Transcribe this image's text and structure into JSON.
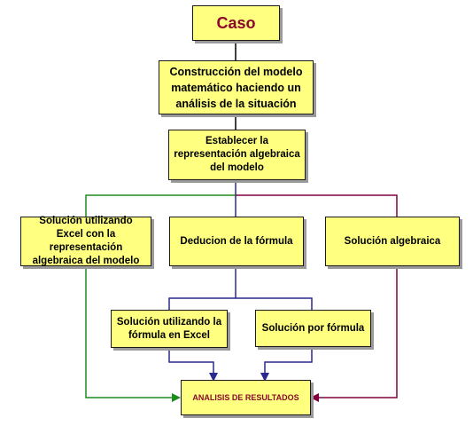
{
  "colors": {
    "box_fill": "#ffff80",
    "box_border": "#1a1a1a",
    "line_black": "#000000",
    "line_navy": "#2a2a8c",
    "line_green": "#1f8a1f",
    "line_maroon": "#800040",
    "title_text": "#8b0a2a"
  },
  "nodes": {
    "caso": "Caso",
    "construccion": "Construcción del modelo matemático haciendo un análisis de la situación",
    "establecer": "Establecer la representación algebraica del modelo",
    "solucion_excel": "Solución utilizando Excel con la representación algebraica del modelo",
    "deducion": "Deducion de la fórmula",
    "solucion_algebraica": "Solución algebraica",
    "solucion_formula_excel": "Solución utilizando la fórmula en Excel",
    "solucion_formula": "Solución por fórmula",
    "analisis": "ANALISIS DE RESULTADOS"
  }
}
